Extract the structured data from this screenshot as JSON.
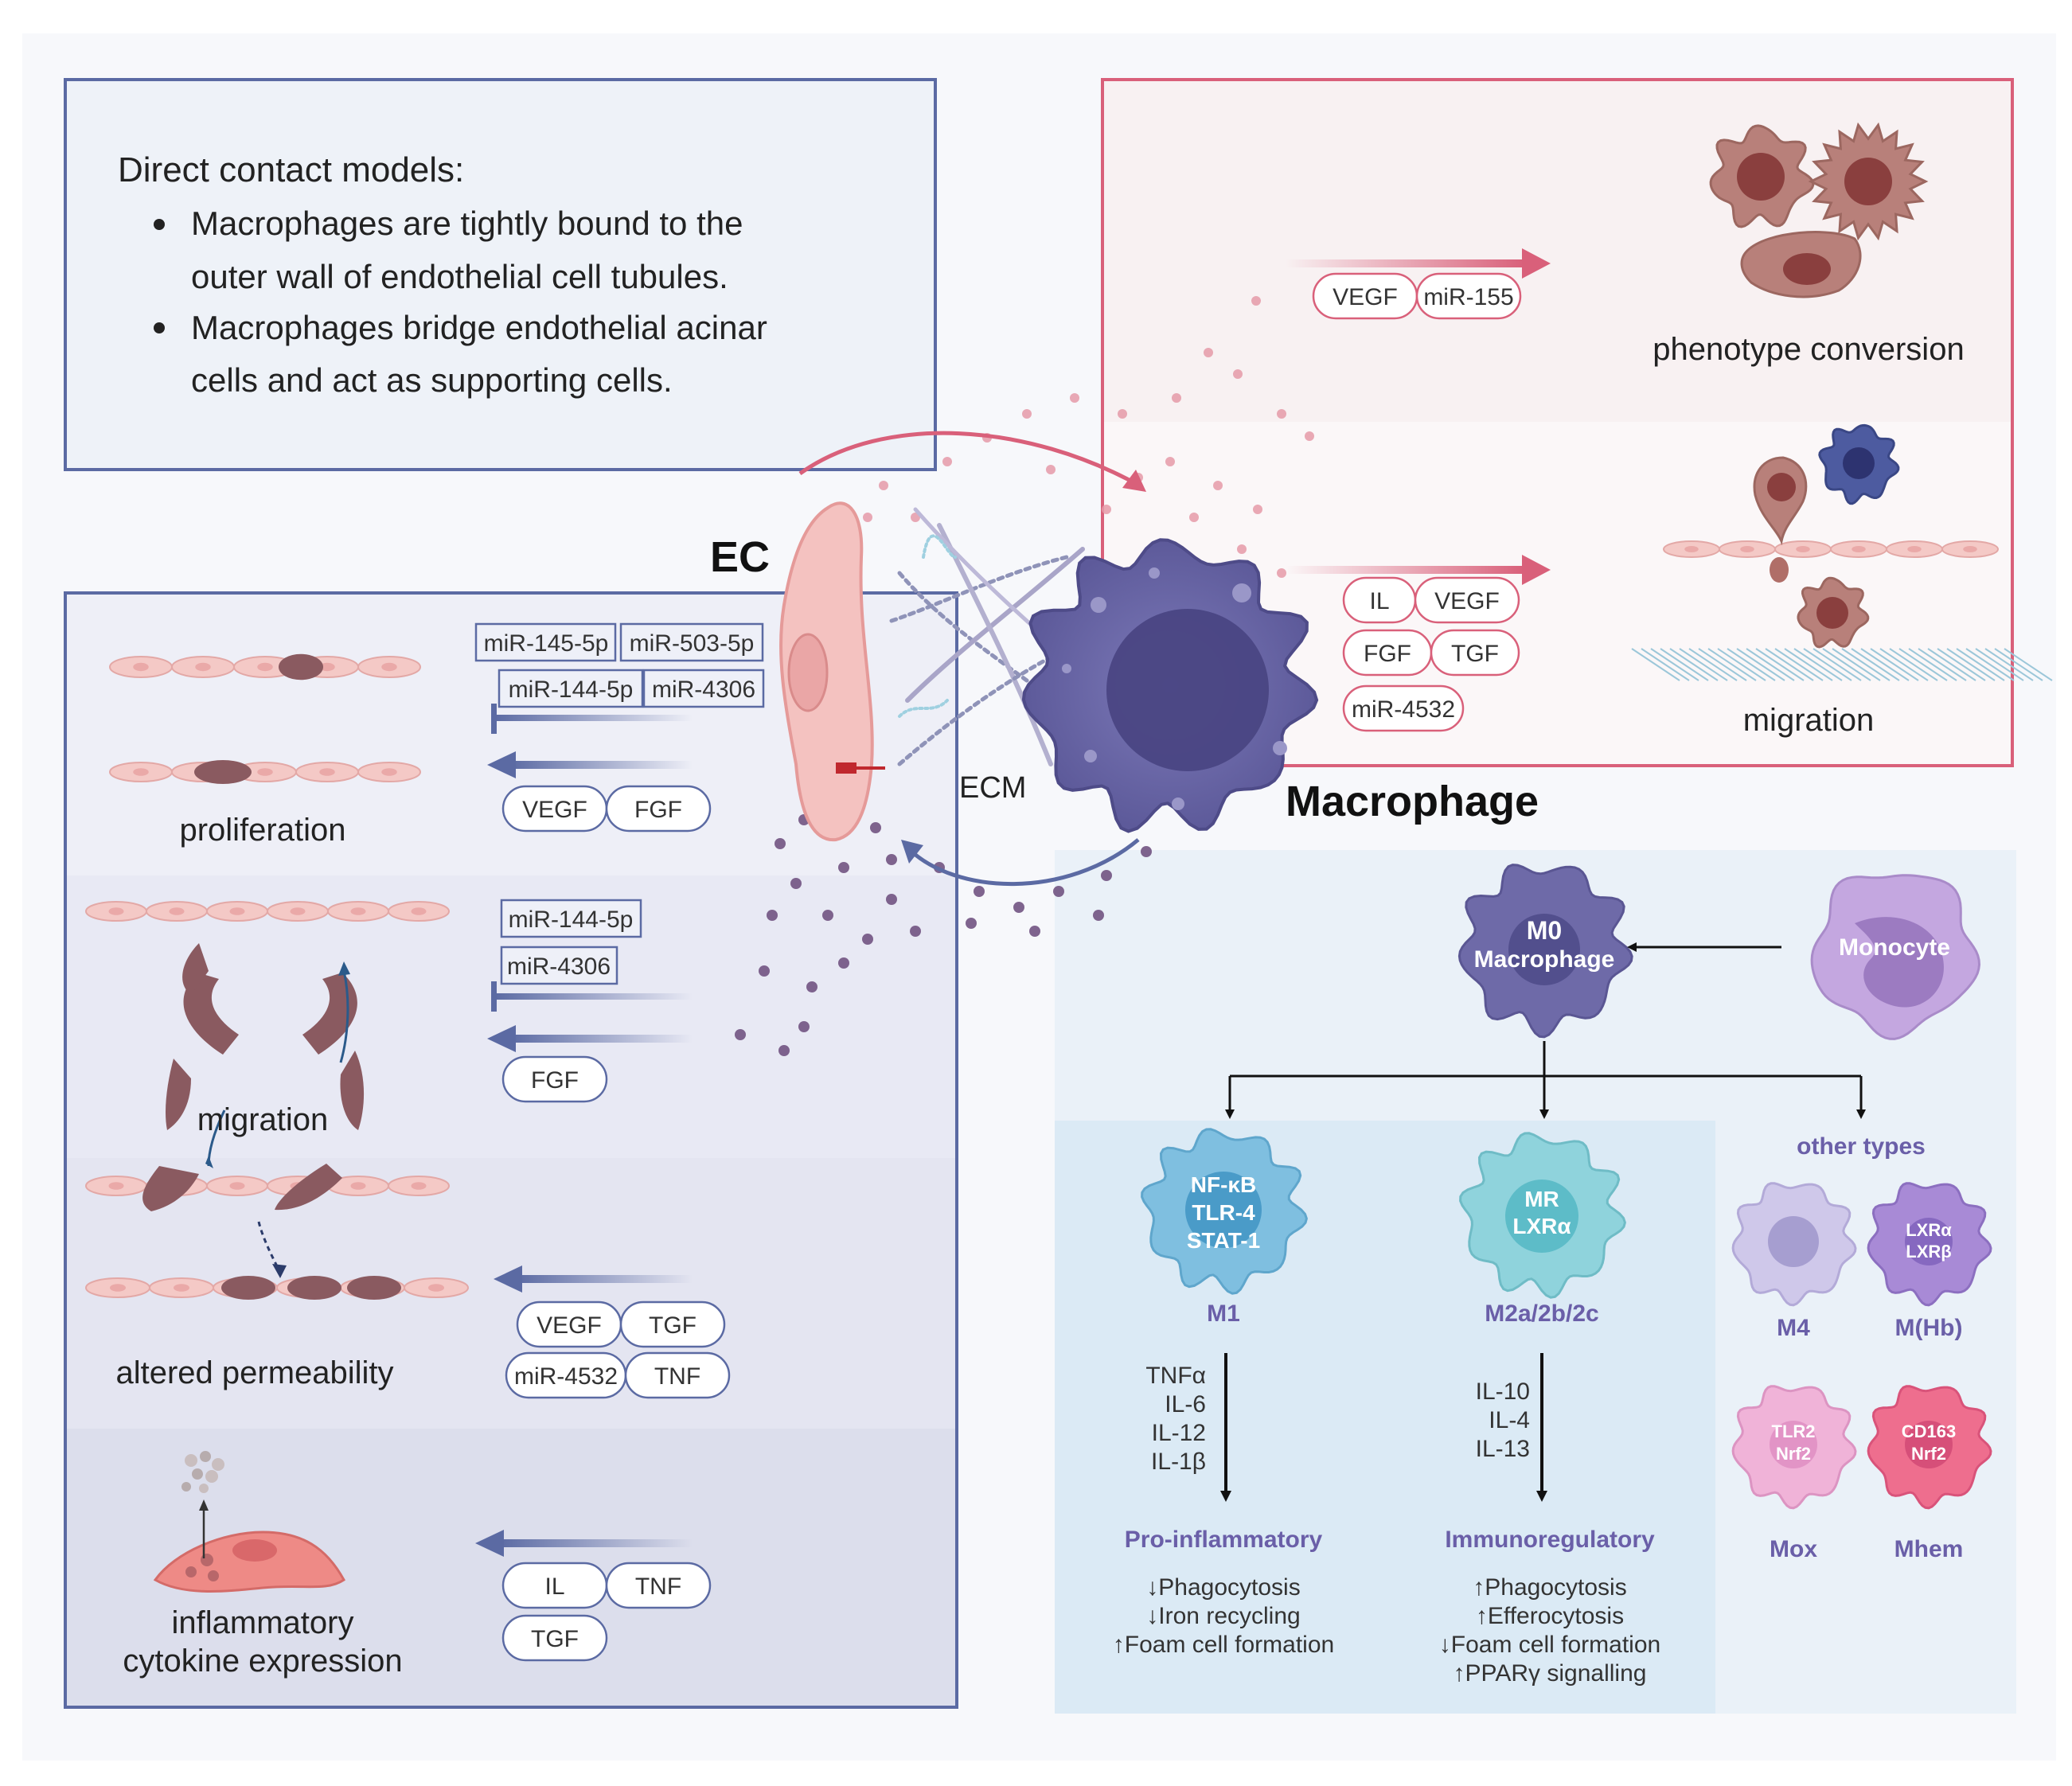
{
  "direct_contact": {
    "heading": "Direct contact models:",
    "bullets": [
      [
        "Macrophages are tightly bound to the",
        "outer wall of endothelial cell tubules."
      ],
      [
        "Macrophages bridge endothelial acinar",
        "cells and act as supporting cells."
      ]
    ]
  },
  "center": {
    "ec_label": "EC",
    "ecm_label": "ECM",
    "macrophage_label": "Macrophage"
  },
  "ec_effects": {
    "proliferation": {
      "label": "proliferation",
      "inhibitors": [
        "miR-145-5p",
        "miR-503-5p",
        "miR-144-5p",
        "miR-4306"
      ],
      "promoters": [
        "VEGF",
        "FGF"
      ]
    },
    "migration": {
      "label": "migration",
      "inhibitors": [
        "miR-144-5p",
        "miR-4306"
      ],
      "promoters": [
        "FGF"
      ]
    },
    "permeability": {
      "label": "altered  permeability",
      "promoters": [
        "VEGF",
        "TGF",
        "miR-4532",
        "TNF"
      ]
    },
    "cytokine": {
      "label_line1": "inflammatory",
      "label_line2": "cytokine expression",
      "promoters": [
        "IL",
        "TNF",
        "TGF"
      ]
    }
  },
  "macrophage_effects": {
    "phenotype": {
      "label": "phenotype conversion",
      "factors": [
        "VEGF",
        "miR-155"
      ]
    },
    "migration": {
      "label": "migration",
      "factors": [
        "IL",
        "VEGF",
        "FGF",
        "TGF",
        "miR-4532"
      ]
    }
  },
  "polarization": {
    "m0_line1": "M0",
    "m0_line2": "Macrophage",
    "monocyte": "Monocyte",
    "m1": {
      "label": "M1",
      "markers": [
        "NF-κB",
        "TLR-4",
        "STAT-1"
      ],
      "cytokines": [
        "TNFα",
        "IL-6",
        "IL-12",
        "IL-1β"
      ],
      "role": "Pro-inflammatory",
      "effects": [
        "↓Phagocytosis",
        "↓Iron recycling",
        "↑Foam cell formation"
      ]
    },
    "m2": {
      "label": "M2a/2b/2c",
      "markers": [
        "MR",
        "LXRα"
      ],
      "cytokines": [
        "IL-10",
        "IL-4",
        "IL-13"
      ],
      "role": "Immunoregulatory",
      "effects": [
        "↑Phagocytosis",
        "↑Efferocytosis",
        "↓Foam cell formation",
        "↑PPARγ signalling"
      ]
    },
    "other_title": "other types",
    "others": [
      {
        "label": "M4",
        "markers": []
      },
      {
        "label": "M(Hb)",
        "markers": [
          "LXRα",
          "LXRβ"
        ]
      },
      {
        "label": "Mox",
        "markers": [
          "TLR2",
          "Nrf2"
        ]
      },
      {
        "label": "Mhem",
        "markers": [
          "CD163",
          "Nrf2"
        ]
      }
    ]
  },
  "colors": {
    "ec_box_border": "#5b6aa3",
    "mac_box_border": "#d9607a",
    "ec_cell": "#f4c2c0",
    "macrophage": "#6e6aa8",
    "m1": "#7fbfe0",
    "m2": "#8fd3dc",
    "factor_text": "#333333",
    "polar_label": "#6a5fa8"
  }
}
